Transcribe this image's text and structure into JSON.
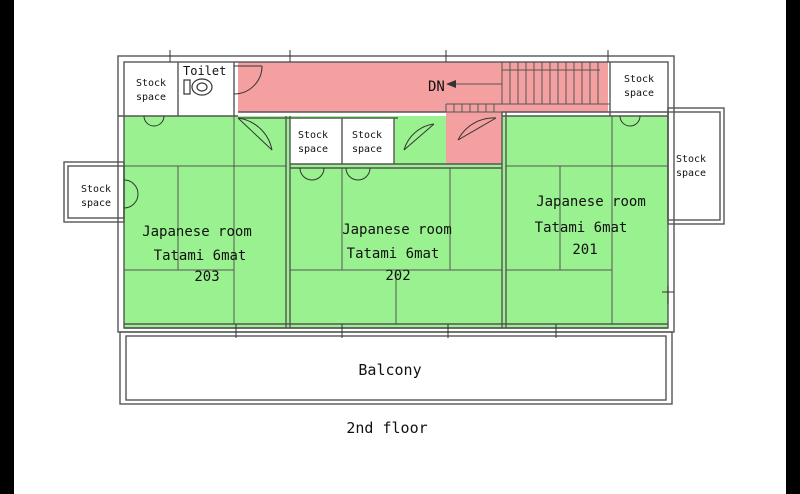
{
  "plan": {
    "rooms": [
      {
        "line1": "Japanese room",
        "line2": "Tatami 6mat",
        "number": "203"
      },
      {
        "line1": "Japanese room",
        "line2": "Tatami 6mat",
        "number": "202"
      },
      {
        "line1": "Japanese room",
        "line2": "Tatami 6mat",
        "number": "201"
      }
    ],
    "stock": {
      "line1": "Stock",
      "line2": "space"
    },
    "toilet": "Toilet",
    "stairs": "DN",
    "balcony": "Balcony",
    "floor": "2nd floor"
  },
  "colors": {
    "tatami": "#99f28f",
    "corridor": "#f5a0a0",
    "wall": "#555555",
    "background": "#ffffff",
    "border": "#000000"
  }
}
